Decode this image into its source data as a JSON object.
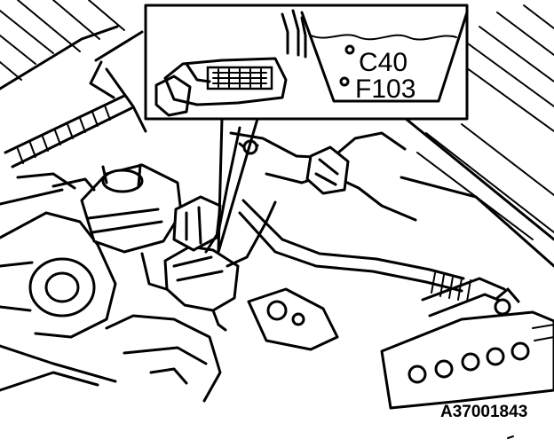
{
  "figure": {
    "callouts": [
      {
        "id": "c40",
        "label": "C40"
      },
      {
        "id": "f103",
        "label": "F103"
      }
    ],
    "figure_id": "A37001843"
  }
}
